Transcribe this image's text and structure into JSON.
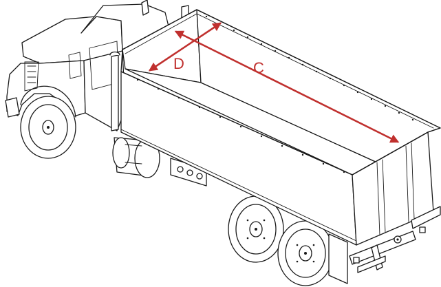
{
  "dimensions": [
    {
      "id": "length",
      "label": "C"
    },
    {
      "id": "width",
      "label": "D"
    }
  ],
  "colors": {
    "dimension": "#c0302e",
    "outline": "#1a1a1a",
    "background": "#ffffff"
  }
}
